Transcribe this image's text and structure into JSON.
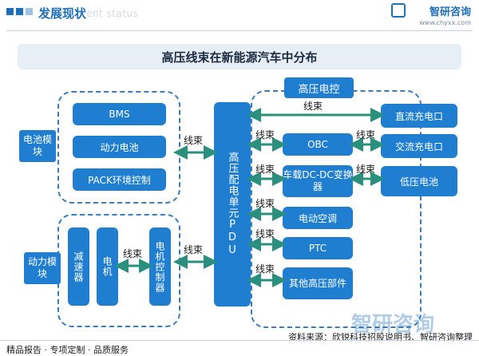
{
  "header": {
    "title": "发展现状",
    "subtitle": "ent status",
    "brand": "智研咨询",
    "url": "www.chyxx.com"
  },
  "diagram": {
    "title": "高压线束在新能源汽车中分布",
    "battery_module": {
      "label": "电池模块",
      "items": [
        "BMS",
        "动力电池",
        "PACK环境控制"
      ]
    },
    "power_module": {
      "label": "动力模块",
      "items": [
        "减速器",
        "电机",
        "电机控制器"
      ]
    },
    "pdu": {
      "label": "高压配电单元PDU"
    },
    "hv_control": {
      "label": "高压电控",
      "items": [
        "OBC",
        "车载DC-DC变换器",
        "电动空调",
        "PTC",
        "其他高压部件"
      ]
    },
    "right_items": [
      "直流充电口",
      "交流充电口",
      "低压电池"
    ],
    "connector": "线束"
  },
  "footer": {
    "left": "精品报告 · 专项定制 · 品质服务",
    "right": "资料来源：欣锐科技招股说明书、智研咨询整理",
    "watermark": "智研咨询"
  },
  "colors": {
    "primary": "#1f7ed0",
    "dashed": "#3b7bbd",
    "arrow": "#2a8f7c"
  }
}
